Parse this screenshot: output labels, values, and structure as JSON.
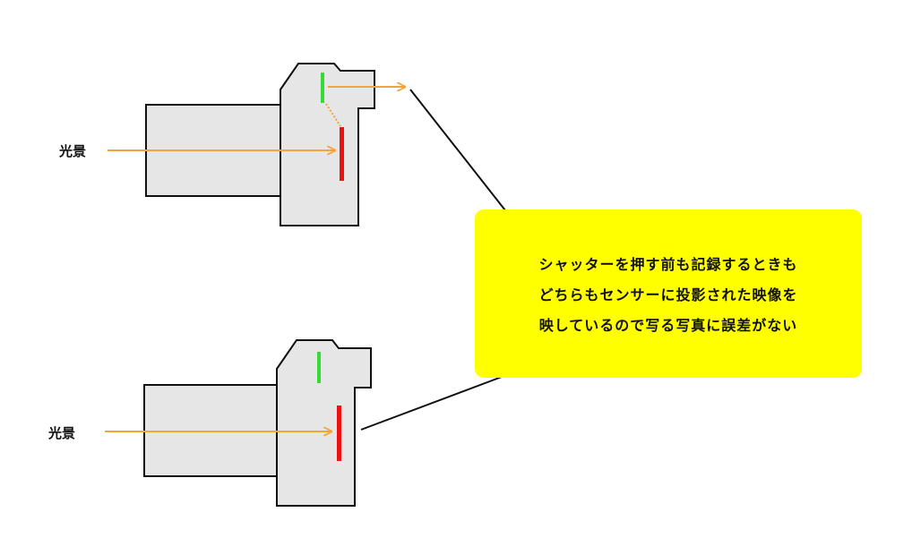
{
  "labels": {
    "top_scene": "光景",
    "bottom_scene": "光景"
  },
  "callout": {
    "lines": [
      "シャッターを押す前も記録するときも",
      "どちらもセンサーに投影された映像を",
      "映しているので写る写真に誤差がない"
    ]
  },
  "colors": {
    "camera_body": "#e6e6e6",
    "outline": "#111111",
    "light_arrow": "#f5a33c",
    "sensor": "#ee1111",
    "viewfinder_display": "#33dd33",
    "callout_bg": "#ffff00"
  }
}
